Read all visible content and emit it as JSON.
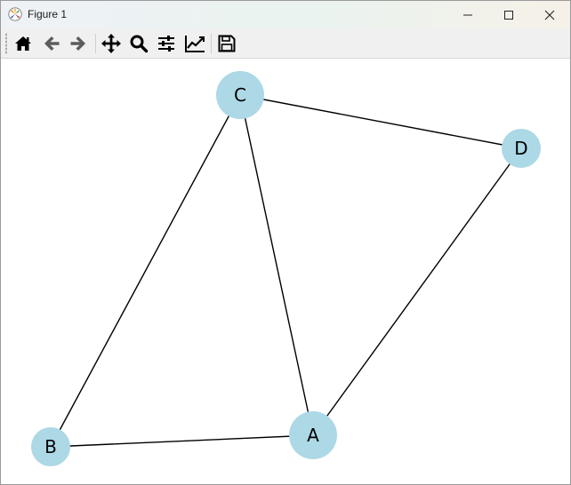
{
  "window": {
    "title": "Figure 1"
  },
  "toolbar": {
    "buttons": [
      {
        "name": "home",
        "icon": "home-icon"
      },
      {
        "name": "back",
        "icon": "arrow-left-icon"
      },
      {
        "name": "forward",
        "icon": "arrow-right-icon"
      },
      {
        "name": "pan",
        "icon": "move-icon"
      },
      {
        "name": "zoom",
        "icon": "magnifier-icon"
      },
      {
        "name": "subplots",
        "icon": "sliders-icon"
      },
      {
        "name": "customize",
        "icon": "chart-line-icon"
      },
      {
        "name": "save",
        "icon": "floppy-disk-icon"
      }
    ]
  },
  "graph": {
    "node_color": "#add8e6",
    "edge_color": "#000000",
    "nodes": [
      {
        "id": "A",
        "label": "A"
      },
      {
        "id": "B",
        "label": "B"
      },
      {
        "id": "C",
        "label": "C"
      },
      {
        "id": "D",
        "label": "D"
      }
    ],
    "edges": [
      [
        "C",
        "D"
      ],
      [
        "C",
        "B"
      ],
      [
        "C",
        "A"
      ],
      [
        "D",
        "A"
      ],
      [
        "B",
        "A"
      ]
    ]
  }
}
